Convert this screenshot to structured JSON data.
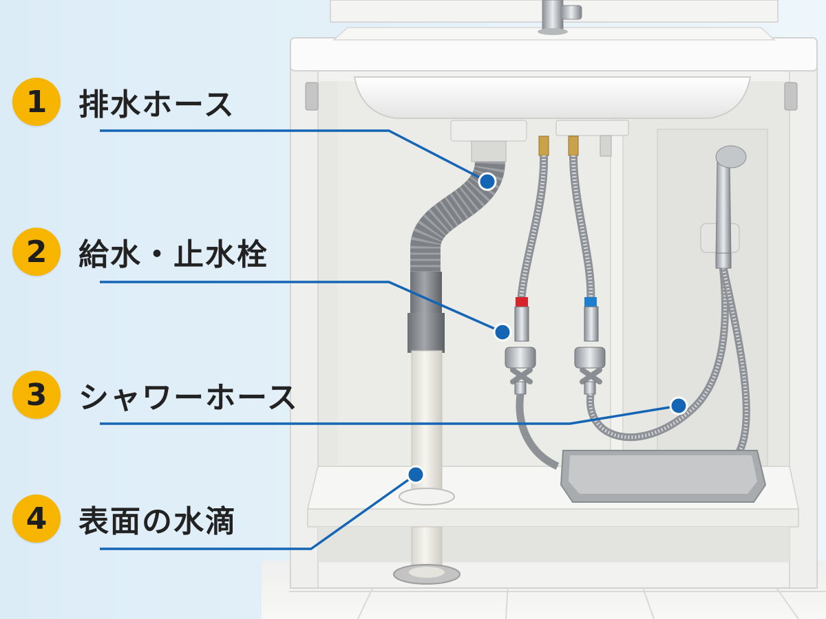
{
  "callouts": [
    {
      "number": "1",
      "label": "排水ホース"
    },
    {
      "number": "2",
      "label": "給水・止水栓"
    },
    {
      "number": "3",
      "label": "シャワーホース"
    },
    {
      "number": "4",
      "label": "表面の水滴"
    }
  ],
  "colors": {
    "badge": "#f7b500",
    "leader_line": "#1565b5",
    "background": "#e4f2fa",
    "hot_marker": "#d8232a",
    "cold_marker": "#1e7fd0"
  },
  "icons": [
    "vanity-cabinet",
    "sink-basin",
    "faucet",
    "drain-hose",
    "supply-hose",
    "stop-valve",
    "shower-hose",
    "shower-head",
    "drip-tray"
  ]
}
